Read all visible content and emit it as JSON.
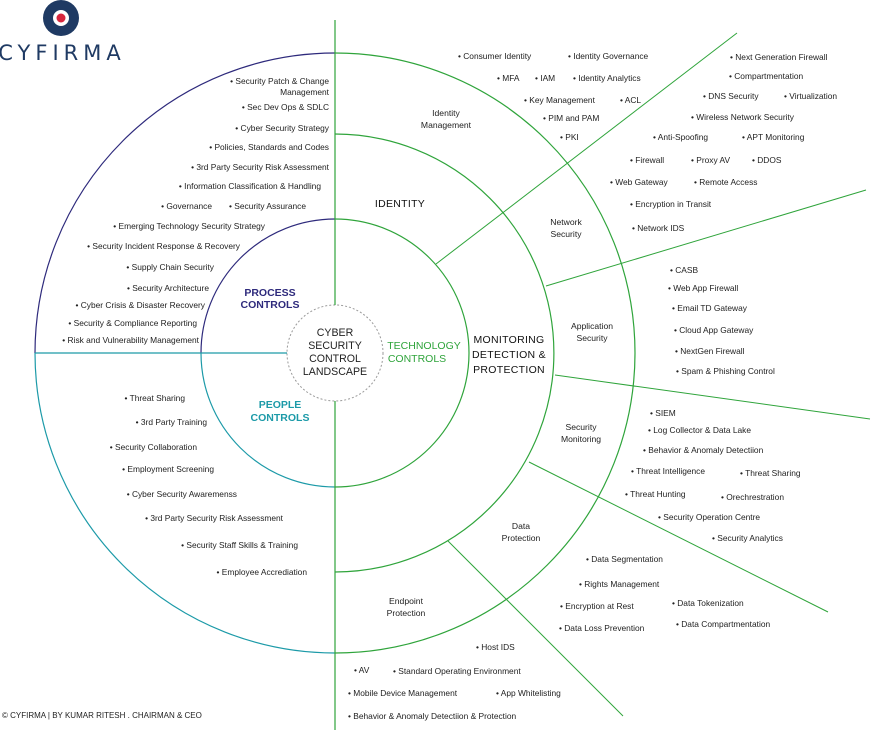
{
  "brand": {
    "name": "CYFIRMA"
  },
  "center": {
    "lines": [
      "CYBER",
      "SECURITY",
      "CONTROL",
      "LANDSCAPE"
    ]
  },
  "controls": {
    "process": [
      "PROCESS",
      "CONTROLS"
    ],
    "people": [
      "PEOPLE",
      "CONTROLS"
    ],
    "technology": [
      "TECHNOLOGY",
      "CONTROLS"
    ]
  },
  "technology_main": {
    "identity": "IDENTITY",
    "monitoring": [
      "MONITORING",
      "DETECTION &",
      "PROTECTION"
    ]
  },
  "sectors": {
    "identity_mgmt": [
      "Identity",
      "Management"
    ],
    "network_security": [
      "Network",
      "Security"
    ],
    "application_security": [
      "Application",
      "Security"
    ],
    "security_monitoring": [
      "Security",
      "Monitoring"
    ],
    "data_protection": [
      "Data",
      "Protection"
    ],
    "endpoint_protection": [
      "Endpoint",
      "Protection"
    ]
  },
  "process_items": [
    "Security Patch & Change",
    "Management",
    "Sec Dev Ops & SDLC",
    "Cyber Security Strategy",
    "Policies, Standards and Codes",
    "3rd Party Security Risk Assessment",
    "Information Classification & Handling",
    "Governance",
    "Security Assurance",
    "Emerging Technology Security Strategy",
    "Security Incident Response & Recovery",
    "Supply Chain Security",
    "Security Architecture",
    "Cyber Crisis & Disaster Recovery",
    "Security & Compliance Reporting",
    "Risk and Vulnerability Management"
  ],
  "people_items": [
    "Threat Sharing",
    "3rd Party Training",
    "Security Collaboration",
    "Employment Screening",
    "Cyber Security Awaremenss",
    "3rd Party Security Risk Assessment",
    "Security Staff Skills & Training",
    "Employee Accrediation"
  ],
  "identity_items": [
    "Consumer Identity",
    "Identity Governance",
    "MFA",
    "IAM",
    "Identity Analytics",
    "Key Management",
    "ACL",
    "PIM and PAM",
    "PKI"
  ],
  "network_items": [
    "Next Generation Firewall",
    "Compartmentation",
    "DNS Security",
    "Virtualization",
    "Wireless Network Security",
    "Anti-Spoofing",
    "APT Monitoring",
    "Firewall",
    "Proxy AV",
    "DDOS",
    "Web Gateway",
    "Remote Access",
    "Encryption in Transit",
    "Network IDS"
  ],
  "application_items": [
    "CASB",
    "Web App Firewall",
    "Email TD Gateway",
    "Cloud App Gateway",
    "NextGen Firewall",
    "Spam & Phishing Control"
  ],
  "monitoring_items": [
    "SIEM",
    "Log Collector & Data Lake",
    "Behavior & Anomaly Detectiion",
    "Threat Intelligence",
    "Threat Sharing",
    "Threat Hunting",
    "Orechrestration",
    "Security Operation Centre",
    "Security Analytics"
  ],
  "data_items": [
    "Data Segmentation",
    "Rights Management",
    "Encryption at Rest",
    "Data Tokenization",
    "Data Loss Prevention",
    "Data Compartmentation"
  ],
  "endpoint_items": [
    "Host IDS",
    "AV",
    "Standard Operating Environment",
    "Mobile Device Management",
    "App Whitelisting",
    "Behavior & Anomaly Detectiion & Protection"
  ],
  "footer": "© CYFIRMA | BY KUMAR RITESH . CHAIRMAN & CEO",
  "colors": {
    "process": "#2e2a7c",
    "people": "#1c9aa8",
    "technology": "#2fa43b",
    "brand_dark": "#1f3a63",
    "brand_red": "#d7263d"
  }
}
